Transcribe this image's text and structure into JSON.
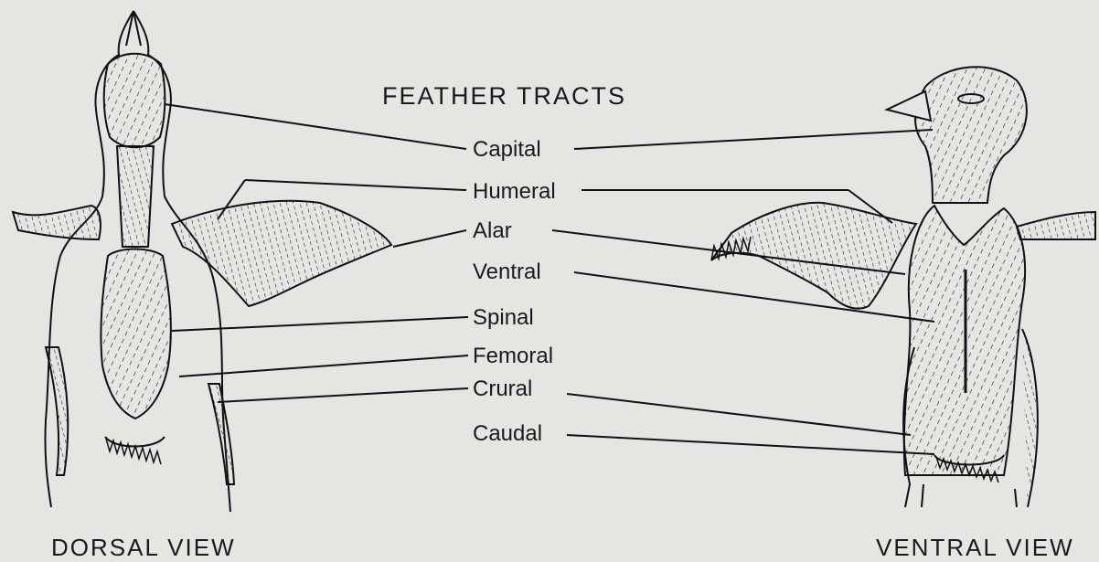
{
  "diagram": {
    "title": "FEATHER TRACTS",
    "tracts": [
      {
        "id": "capital",
        "label": "Capital"
      },
      {
        "id": "humeral",
        "label": "Humeral"
      },
      {
        "id": "alar",
        "label": "Alar"
      },
      {
        "id": "ventral",
        "label": "Ventral"
      },
      {
        "id": "spinal",
        "label": "Spinal"
      },
      {
        "id": "femoral",
        "label": "Femoral"
      },
      {
        "id": "crural",
        "label": "Crural"
      },
      {
        "id": "caudal",
        "label": "Caudal"
      }
    ],
    "views": {
      "dorsal": "DORSAL VIEW",
      "ventral": "VENTRAL VIEW"
    }
  }
}
